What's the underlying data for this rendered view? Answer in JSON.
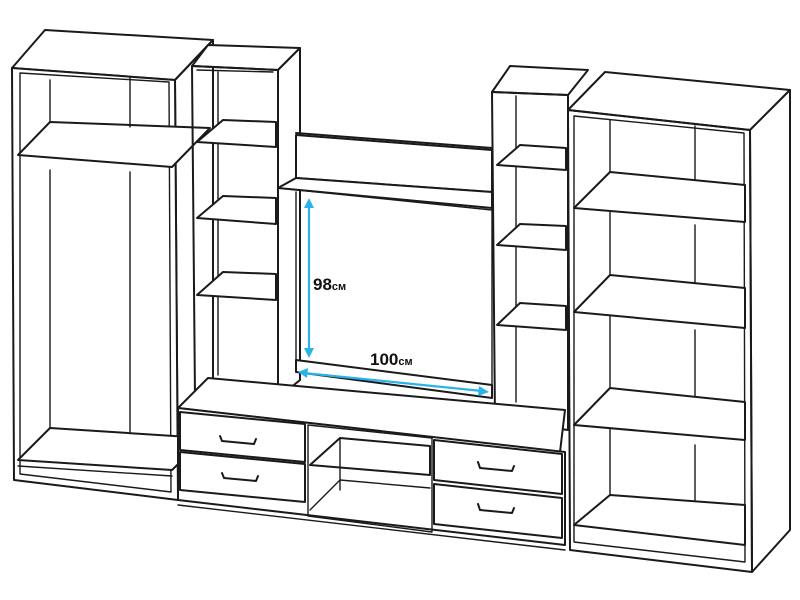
{
  "dimensions": {
    "height": {
      "value": "98",
      "unit": "см"
    },
    "width": {
      "value": "100",
      "unit": "см"
    }
  },
  "colors": {
    "outline": "#1a1a1a",
    "dimension_line": "#29b3e6",
    "background": "#ffffff"
  }
}
